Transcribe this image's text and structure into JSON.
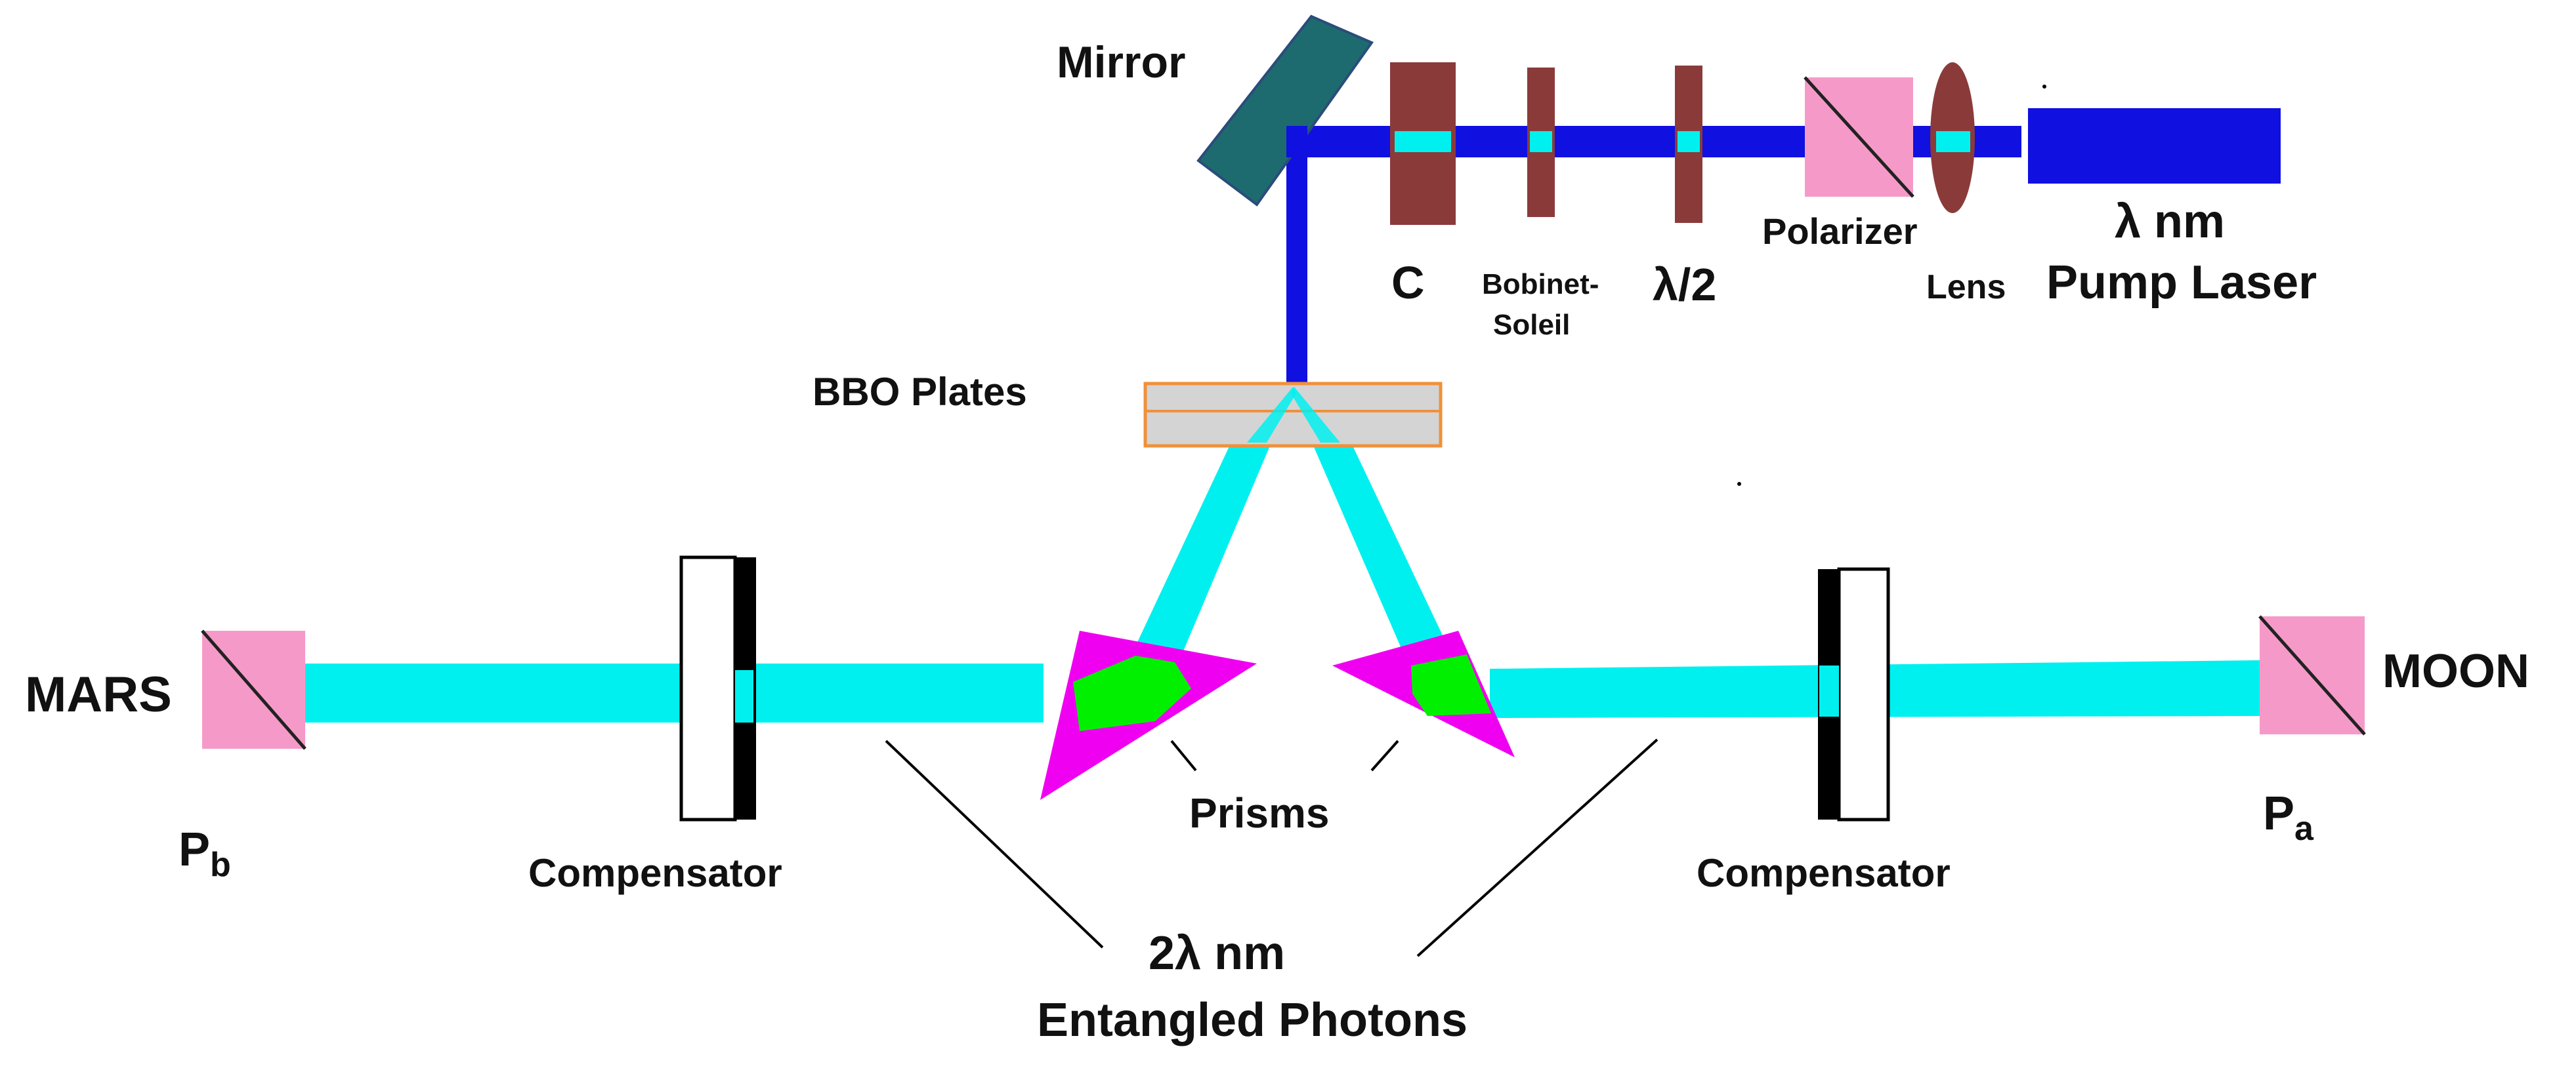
{
  "labels": {
    "mirror": "Mirror",
    "c": "C",
    "bobinet": "Bobinet-",
    "soleil": "Soleil",
    "half_wave": "λ/2",
    "polarizer": "Polarizer",
    "lens": "Lens",
    "lambda_nm": "λ  nm",
    "pump_laser": "Pump Laser",
    "bbo_plates": "BBO Plates",
    "mars": "MARS",
    "moon": "MOON",
    "pb_main": "P",
    "pb_sub": "b",
    "pa_main": "P",
    "pa_sub": "a",
    "compensator_left": "Compensator",
    "compensator_right": "Compensator",
    "prisms": "Prisms",
    "two_lambda_nm": "2λ  nm",
    "entangled_photons": "Entangled Photons"
  },
  "colors": {
    "pump_beam": "#1010e0",
    "photon_beam": "#00f0f0",
    "element_brown": "#8b3a3a",
    "mirror_teal": "#1d6b6e",
    "polarizer_pink": "#f59ac8",
    "prism_magenta": "#f000f0",
    "prism_green": "#00f000",
    "bbo_orange": "#f0903a",
    "bbo_gray": "#d4d4d4"
  }
}
